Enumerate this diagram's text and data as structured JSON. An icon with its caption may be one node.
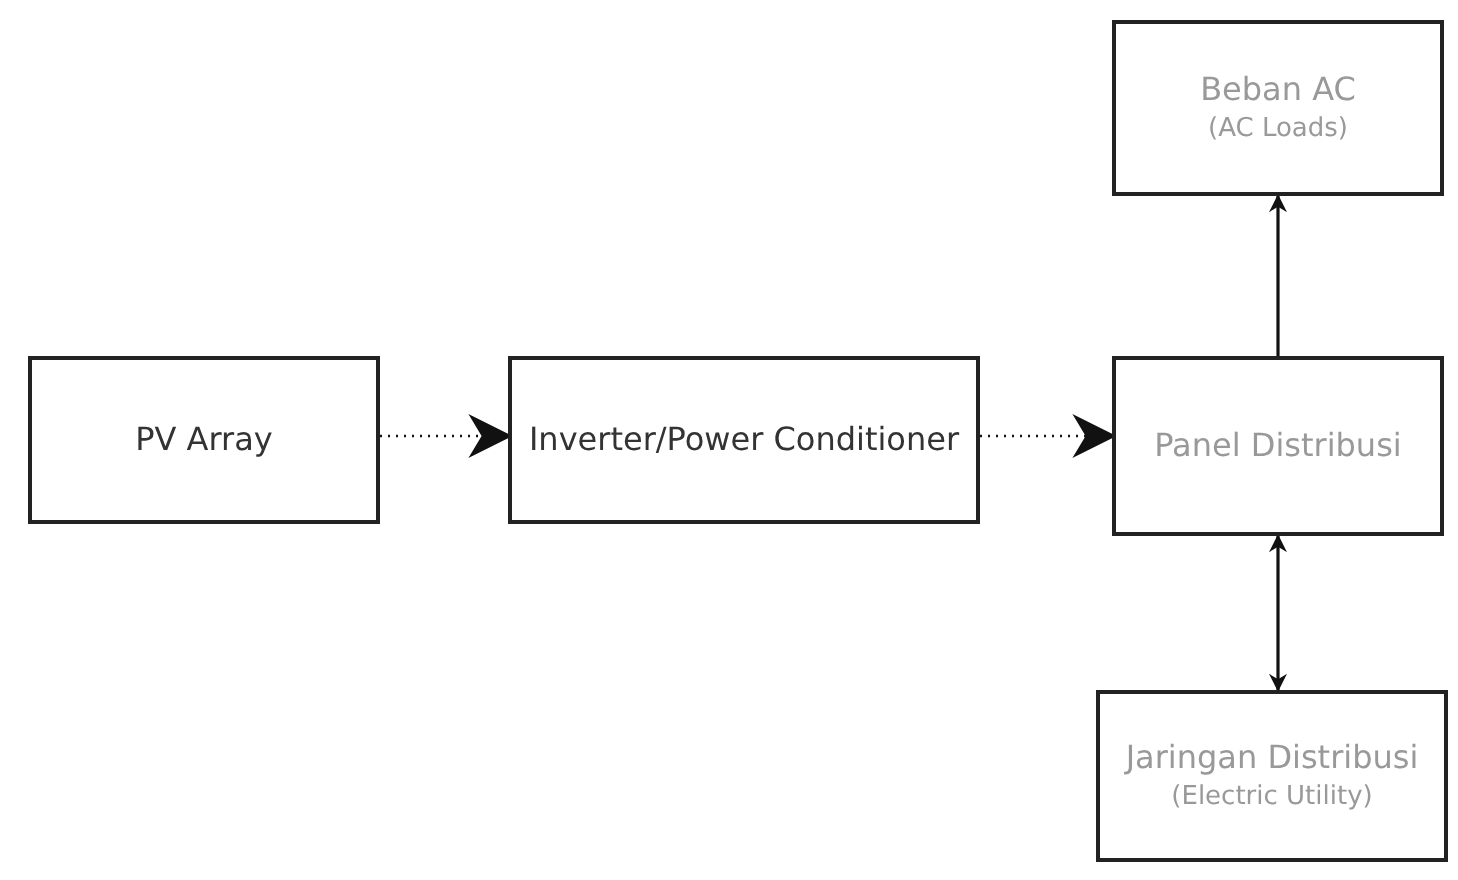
{
  "diagram": {
    "nodes": [
      {
        "text": [
          "PV Array"
        ]
      },
      {
        "text": [
          "Inverter/Power Conditioner"
        ]
      },
      {
        "text": [
          "Panel Distribusi"
        ]
      },
      {
        "text": [
          "Beban AC",
          "(AC Loads)"
        ]
      },
      {
        "text": [
          "Jaringan Distribusi",
          "(Electric Utility)"
        ]
      }
    ],
    "edges": [
      {
        "from": 0,
        "to": 1,
        "arrow": "to",
        "style": "dashed"
      },
      {
        "from": 1,
        "to": 2,
        "arrow": "to",
        "style": "dashed"
      },
      {
        "from": 2,
        "to": 3,
        "arrow": "to"
      },
      {
        "from": 2,
        "to": 4,
        "arrow": "both"
      }
    ]
  }
}
